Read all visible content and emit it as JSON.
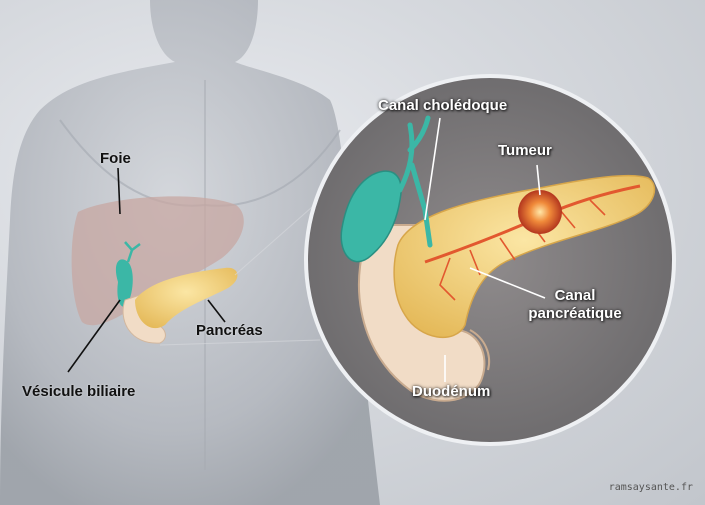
{
  "labels": {
    "foie": "Foie",
    "pancreas": "Pancréas",
    "vesicule": "Vésicule biliaire",
    "canal_choledoque": "Canal cholédoque",
    "tumeur": "Tumeur",
    "canal_pancreatique_line1": "Canal",
    "canal_pancreatique_line2": "pancréatique",
    "duodenum": "Duodénum"
  },
  "credit": "ramsaysante.fr",
  "colors": {
    "body": "#b9bdc3",
    "liver": "#c7a7a1",
    "pancreas": "#f0cb6e",
    "gallbladder": "#3bb7a6",
    "duodenum": "#f1dcc6",
    "tumor": "#d14a2a",
    "ducts": "#e2582f"
  }
}
